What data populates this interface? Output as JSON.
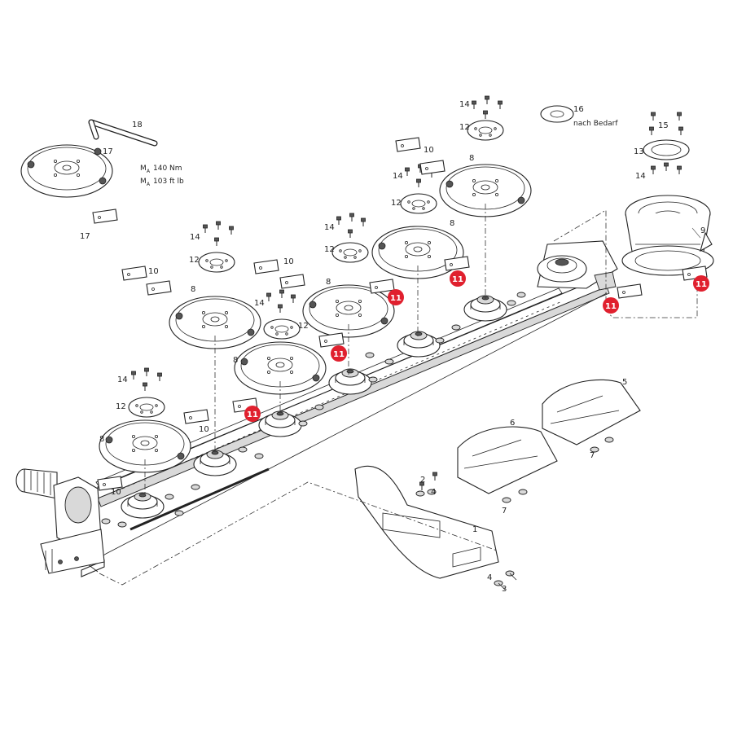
{
  "labels": {
    "l1": "1",
    "l2": "2",
    "l3": "3",
    "l4a": "4",
    "l4b": "4",
    "l5": "5",
    "l6": "6",
    "l7a": "7",
    "l7b": "7",
    "l8a": "8",
    "l8b": "8",
    "l8c": "8",
    "l8d": "8",
    "l8e": "8",
    "l8f": "8",
    "l9": "9",
    "l10a": "10",
    "l10b": "10",
    "l10c": "10",
    "l10d": "10",
    "l10e": "10",
    "l10f": "10",
    "l12a": "12",
    "l12b": "12",
    "l12c": "12",
    "l12d": "12",
    "l12e": "12",
    "l12f": "12",
    "l13": "13",
    "l14a": "14",
    "l14b": "14",
    "l14c": "14",
    "l14d": "14",
    "l14e": "14",
    "l14f": "14",
    "l14g": "14",
    "l15": "15",
    "l16": "16",
    "l17a": "17",
    "l17b": "17",
    "l18": "18"
  },
  "notes": {
    "optional": "nach Bedarf",
    "torque_nm": "140 Nm",
    "torque_ftlb": "103 ft lb",
    "torque_symbol": "M",
    "torque_sub": "A"
  },
  "highlight": {
    "color": "#e0202e",
    "label": "11"
  }
}
